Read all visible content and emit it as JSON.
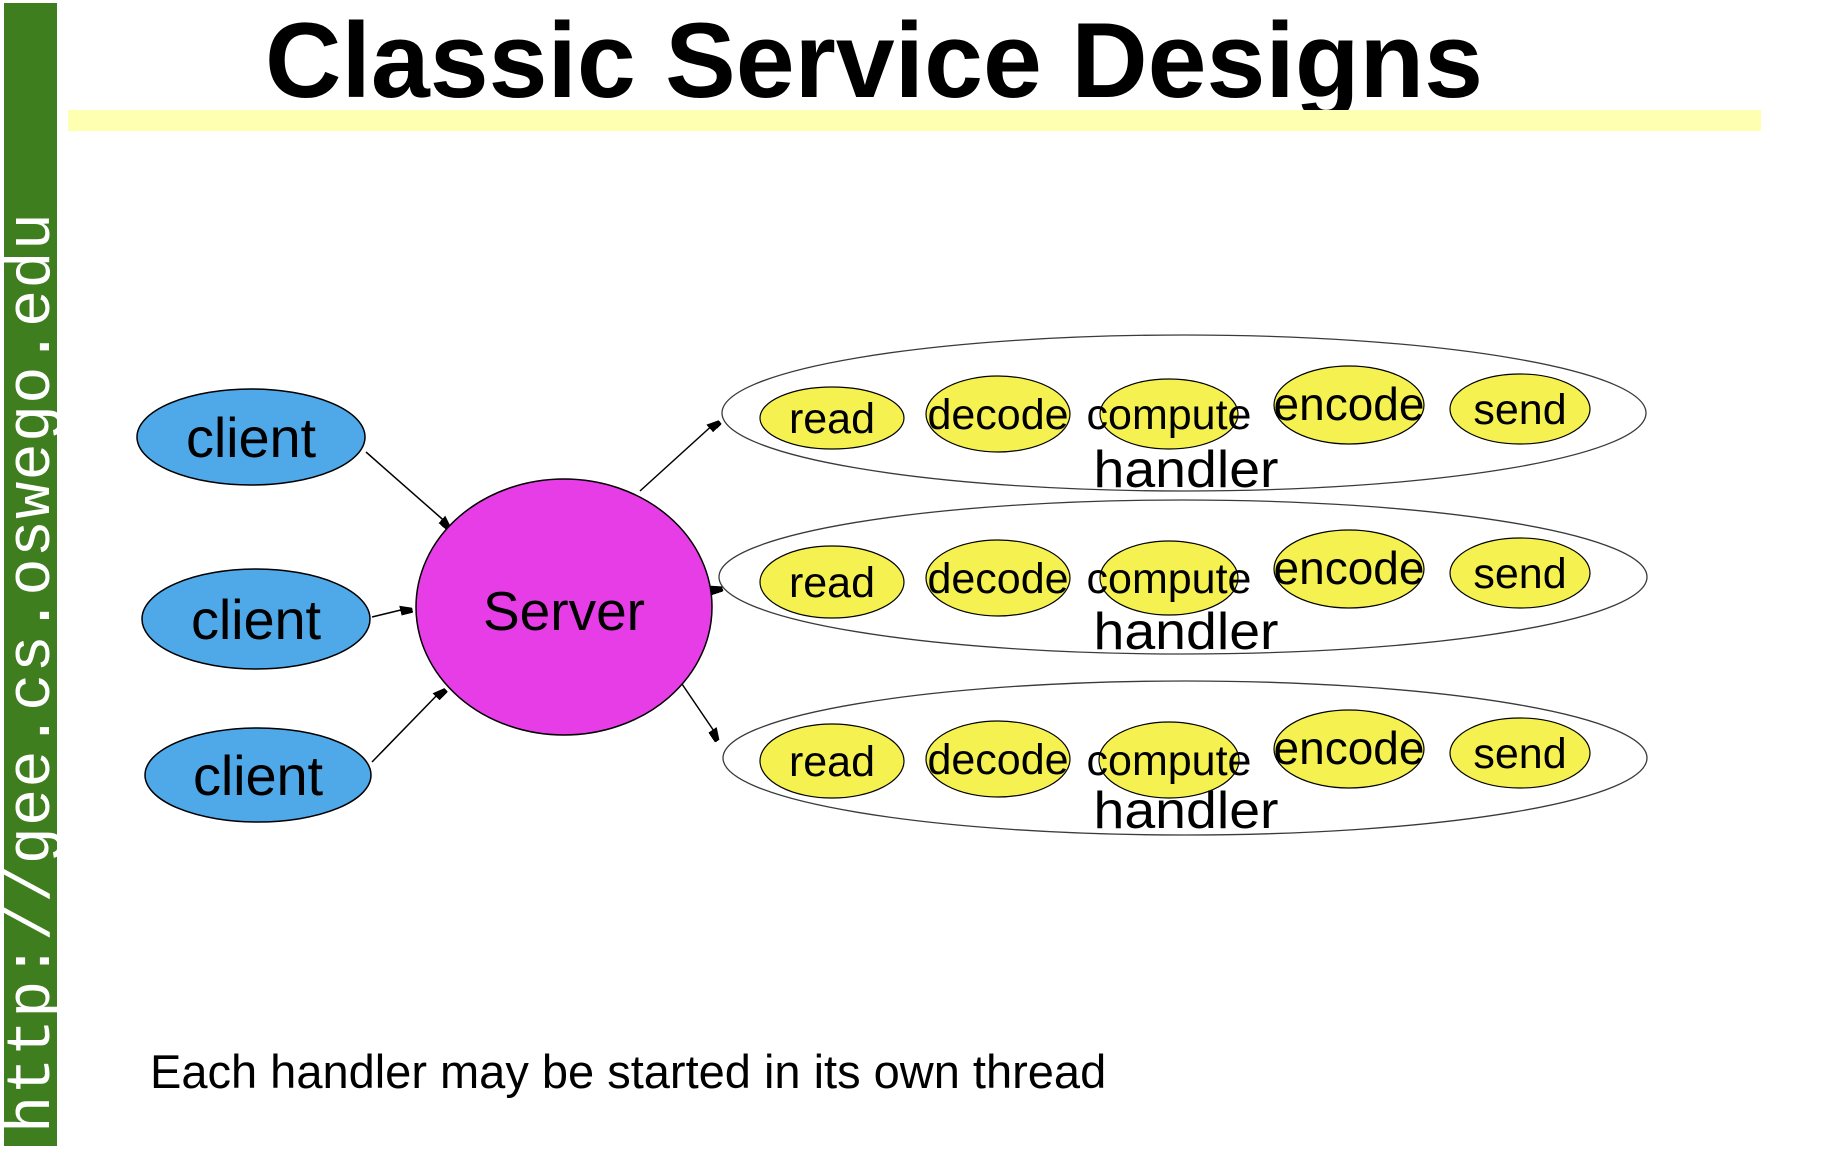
{
  "sidebar": {
    "url": "http://gee.cs.oswego.edu",
    "bg": "#3E7E1E",
    "text_color": "#FFFFFF"
  },
  "header": {
    "title": "Classic Service Designs",
    "underline_color": "#FFFFB1"
  },
  "diagram": {
    "clients": [
      {
        "label": "client"
      },
      {
        "label": "client"
      },
      {
        "label": "client"
      }
    ],
    "server": {
      "label": "Server"
    },
    "handlers": [
      {
        "label": "handler",
        "steps": [
          "read",
          "decode",
          "compute",
          "encode",
          "send"
        ]
      },
      {
        "label": "handler",
        "steps": [
          "read",
          "decode",
          "compute",
          "encode",
          "send"
        ]
      },
      {
        "label": "handler",
        "steps": [
          "read",
          "decode",
          "compute",
          "encode",
          "send"
        ]
      }
    ],
    "colors": {
      "client_fill": "#4FA8E8",
      "server_fill": "#E63DE6",
      "step_fill": "#F5F150",
      "handler_fill": "#FFFFFF",
      "stroke": "#000000"
    }
  },
  "caption": {
    "text": "Each handler may be started in its own thread"
  }
}
